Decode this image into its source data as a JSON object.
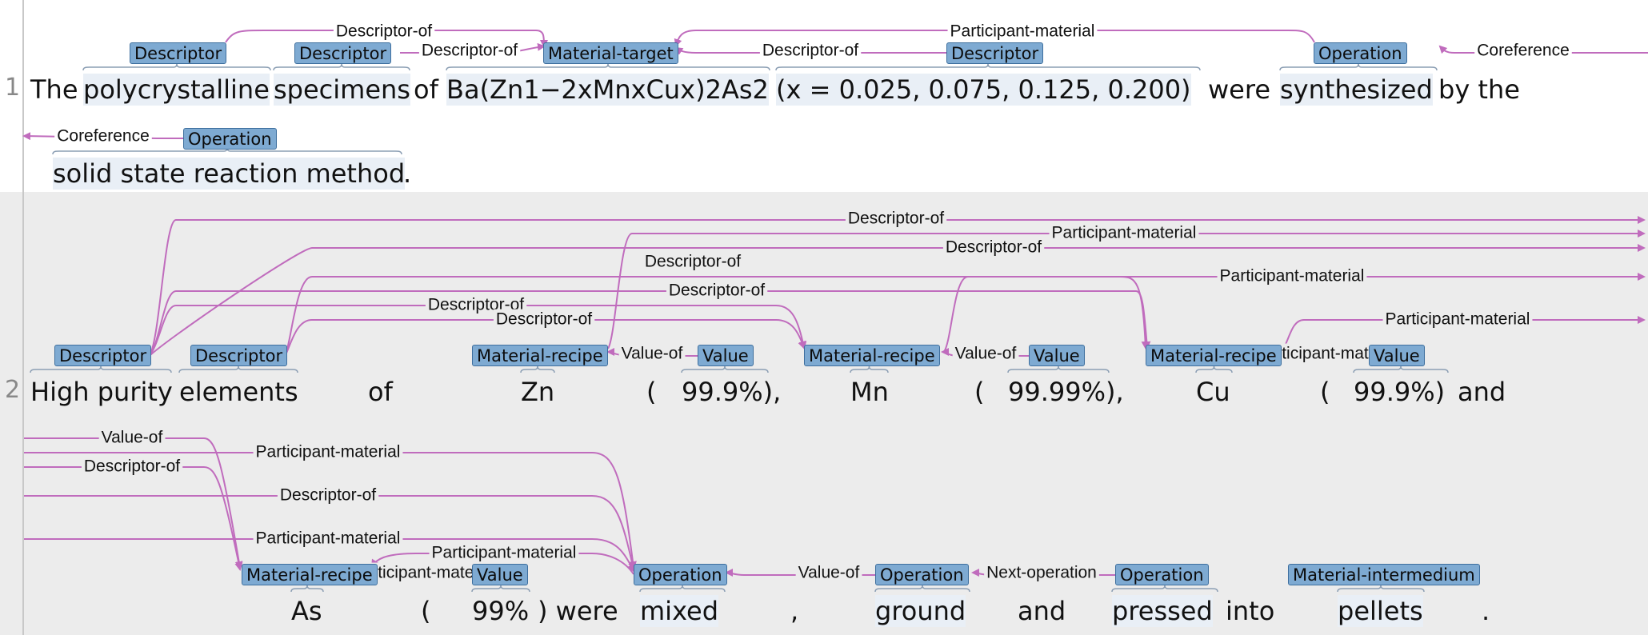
{
  "lines": [
    "1",
    "2"
  ],
  "sentence1": {
    "tokens": [
      "The",
      "polycrystalline",
      "specimens",
      "of",
      "Ba(Zn1−2xMnxCux)2As2",
      "(x = 0.025, 0.075, 0.125, 0.200)",
      "were",
      "synthesized",
      "by the",
      "solid state reaction method",
      "."
    ],
    "entities": [
      "Descriptor",
      "Descriptor",
      "Material-target",
      "Descriptor",
      "Operation",
      "Operation"
    ],
    "relations": [
      "Descriptor-of",
      "Descriptor-of",
      "Participant-material",
      "Descriptor-of",
      "Coreference",
      "Coreference"
    ]
  },
  "sentence2": {
    "tokens": [
      "High purity",
      "elements",
      "of",
      "Zn",
      "(",
      "99.9%),",
      "Mn",
      "(",
      "99.99%),",
      "Cu",
      "(",
      "99.9%)",
      "and",
      "As",
      "(",
      "99%",
      ") were",
      "mixed",
      ",",
      "ground",
      "and",
      "pressed",
      "into",
      "pellets",
      "."
    ],
    "entities": [
      "Descriptor",
      "Descriptor",
      "Material-recipe",
      "Value",
      "Material-recipe",
      "Value",
      "Material-recipe",
      "Value",
      "Material-recipe",
      "Value",
      "Operation",
      "Operation",
      "Operation",
      "Material-intermedium"
    ],
    "relations": [
      "Descriptor-of",
      "Participant-material",
      "Descriptor-of",
      "Participant-material",
      "Descriptor-of",
      "Descriptor-of",
      "Participant-material",
      "Descriptor-of",
      "Descriptor-of",
      "Value-of",
      "Value-of",
      "Participant-material",
      "Value-of",
      "Descriptor-of",
      "Participant-material",
      "Descriptor-of",
      "Participant-material",
      "Participant-material",
      "Participant-material",
      "Value-of",
      "Next-operation",
      "Next-operation"
    ]
  },
  "colors": {
    "arc": "#c06cbd",
    "entity_fill": "#7eaad2",
    "entity_border": "#3e6f9e",
    "span_highlight": "#e9eff6",
    "sentence2_bg": "#ececec"
  }
}
